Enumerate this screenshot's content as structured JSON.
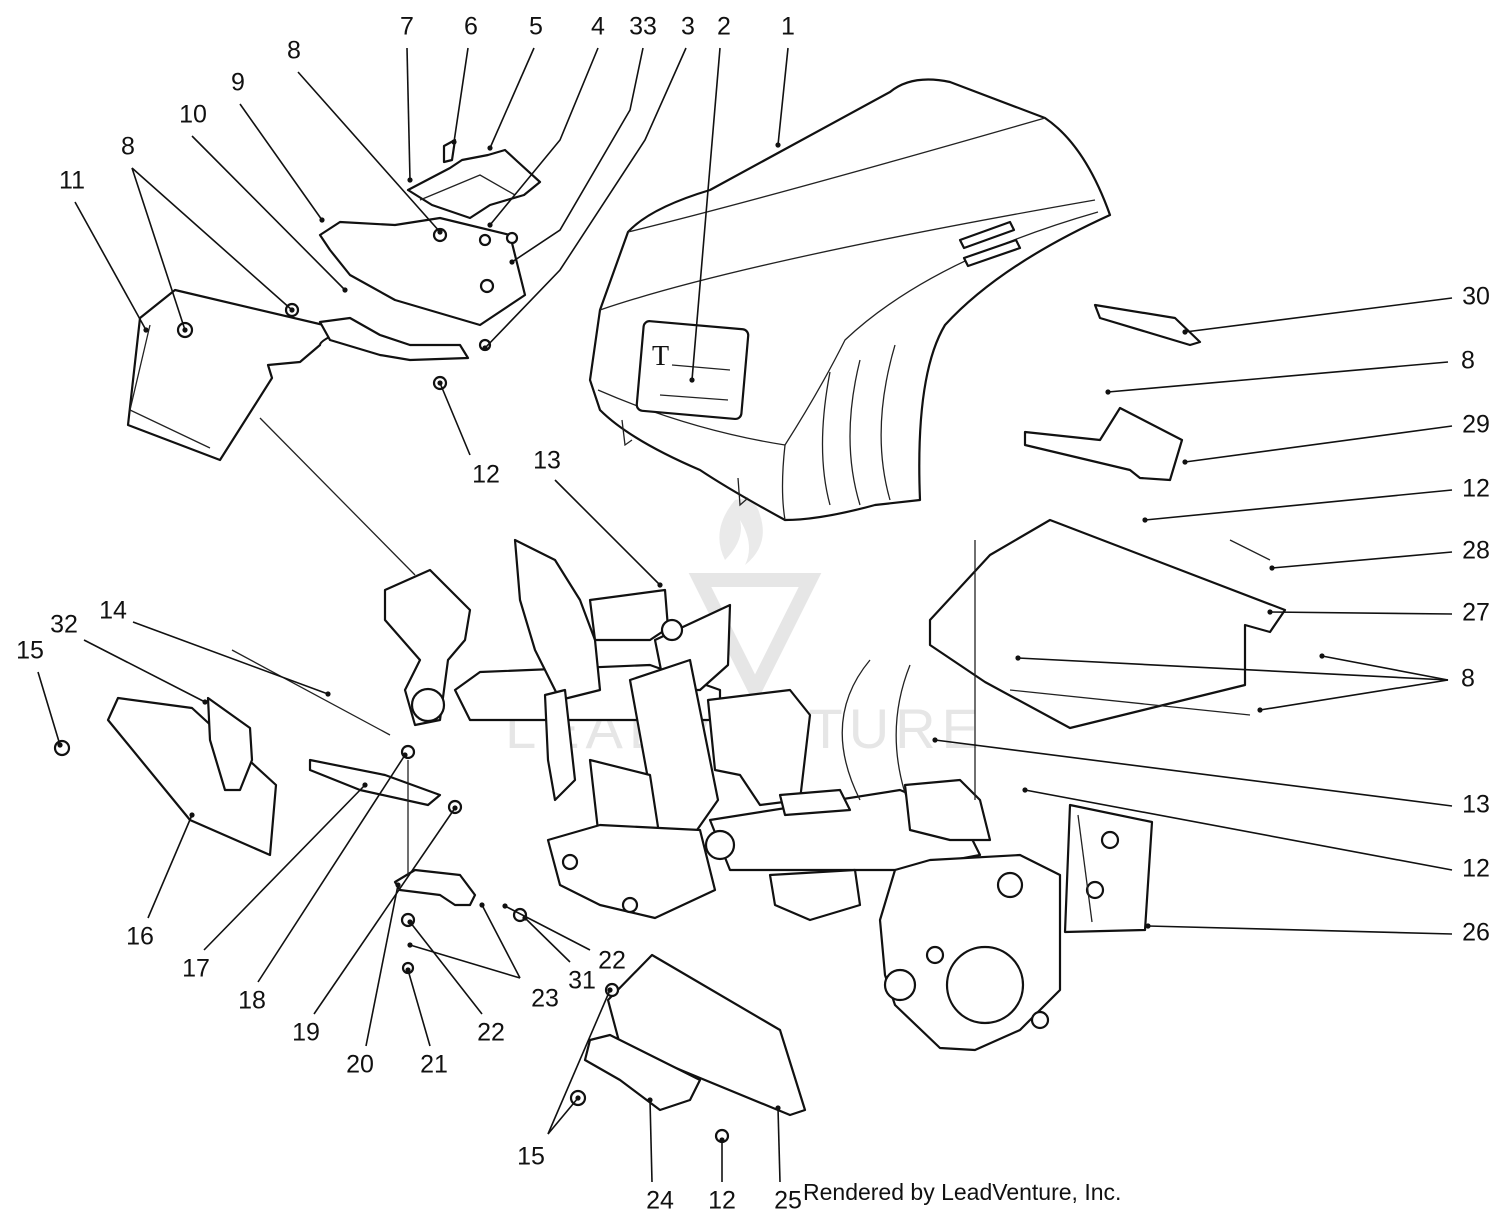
{
  "credit": "Rendered by LeadVenture, Inc.",
  "watermark": "LEADVENTURE",
  "decal_letter": "T",
  "callouts": [
    {
      "id": "c1",
      "label": "1"
    },
    {
      "id": "c2",
      "label": "2"
    },
    {
      "id": "c3",
      "label": "3"
    },
    {
      "id": "c33",
      "label": "33"
    },
    {
      "id": "c4",
      "label": "4"
    },
    {
      "id": "c5",
      "label": "5"
    },
    {
      "id": "c6",
      "label": "6"
    },
    {
      "id": "c7",
      "label": "7"
    },
    {
      "id": "c8a",
      "label": "8"
    },
    {
      "id": "c9",
      "label": "9"
    },
    {
      "id": "c10",
      "label": "10"
    },
    {
      "id": "c8b",
      "label": "8"
    },
    {
      "id": "c11",
      "label": "11"
    },
    {
      "id": "c12a",
      "label": "12"
    },
    {
      "id": "c13a",
      "label": "13"
    },
    {
      "id": "c30",
      "label": "30"
    },
    {
      "id": "c8c",
      "label": "8"
    },
    {
      "id": "c29",
      "label": "29"
    },
    {
      "id": "c12b",
      "label": "12"
    },
    {
      "id": "c28",
      "label": "28"
    },
    {
      "id": "c27",
      "label": "27"
    },
    {
      "id": "c8d",
      "label": "8"
    },
    {
      "id": "c13b",
      "label": "13"
    },
    {
      "id": "c12c",
      "label": "12"
    },
    {
      "id": "c26",
      "label": "26"
    },
    {
      "id": "c32",
      "label": "32"
    },
    {
      "id": "c14",
      "label": "14"
    },
    {
      "id": "c15a",
      "label": "15"
    },
    {
      "id": "c16",
      "label": "16"
    },
    {
      "id": "c17",
      "label": "17"
    },
    {
      "id": "c18",
      "label": "18"
    },
    {
      "id": "c19",
      "label": "19"
    },
    {
      "id": "c20",
      "label": "20"
    },
    {
      "id": "c21",
      "label": "21"
    },
    {
      "id": "c22a",
      "label": "22"
    },
    {
      "id": "c23",
      "label": "23"
    },
    {
      "id": "c31",
      "label": "31"
    },
    {
      "id": "c22b",
      "label": "22"
    },
    {
      "id": "c15b",
      "label": "15"
    },
    {
      "id": "c24",
      "label": "24"
    },
    {
      "id": "c12d",
      "label": "12"
    },
    {
      "id": "c25",
      "label": "25"
    }
  ]
}
